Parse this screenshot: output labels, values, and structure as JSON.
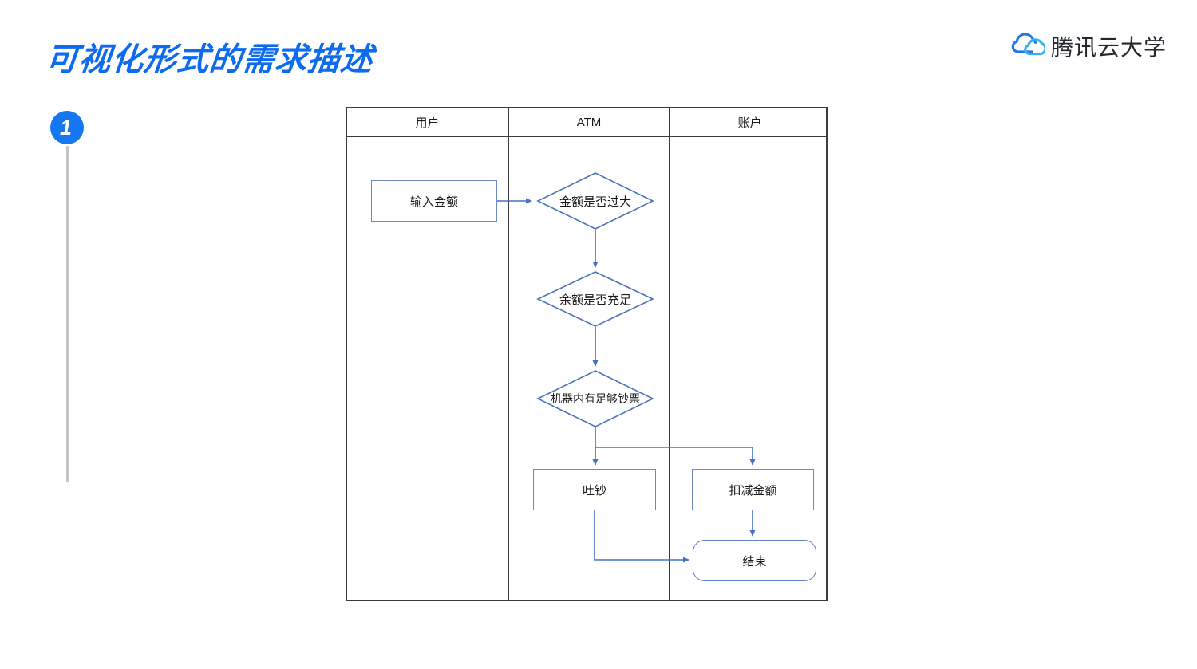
{
  "page": {
    "title": "可视化形式的需求描述"
  },
  "brand": {
    "name": "腾讯云大学"
  },
  "step": {
    "number": "1"
  },
  "diagram": {
    "lanes": [
      {
        "label": "用户"
      },
      {
        "label": "ATM"
      },
      {
        "label": "账户"
      }
    ],
    "nodes": {
      "input_amount": {
        "label": "输入金额",
        "type": "process"
      },
      "check_amount": {
        "label": "金额是否过大",
        "type": "decision"
      },
      "check_balance": {
        "label": "余额是否充足",
        "type": "decision"
      },
      "check_cash": {
        "label": "机器内有足够钞票",
        "type": "decision"
      },
      "dispense_cash": {
        "label": "吐钞",
        "type": "process"
      },
      "deduct_amount": {
        "label": "扣减金额",
        "type": "process"
      },
      "end": {
        "label": "结束",
        "type": "terminator"
      }
    }
  },
  "icons": {
    "brand_icon": "tencent-cloud-icon"
  },
  "colors": {
    "accent_blue": "#0d6bf0",
    "badge_blue": "#1677f2",
    "shape_stroke": "#5b82c6",
    "arrow_blue": "#4472c4",
    "table_border": "#3c3c3c",
    "timeline_gray": "#c6c6c6",
    "cloud_icon_blue": "#2575e8",
    "cloud_icon_cyan": "#36b1f0"
  }
}
